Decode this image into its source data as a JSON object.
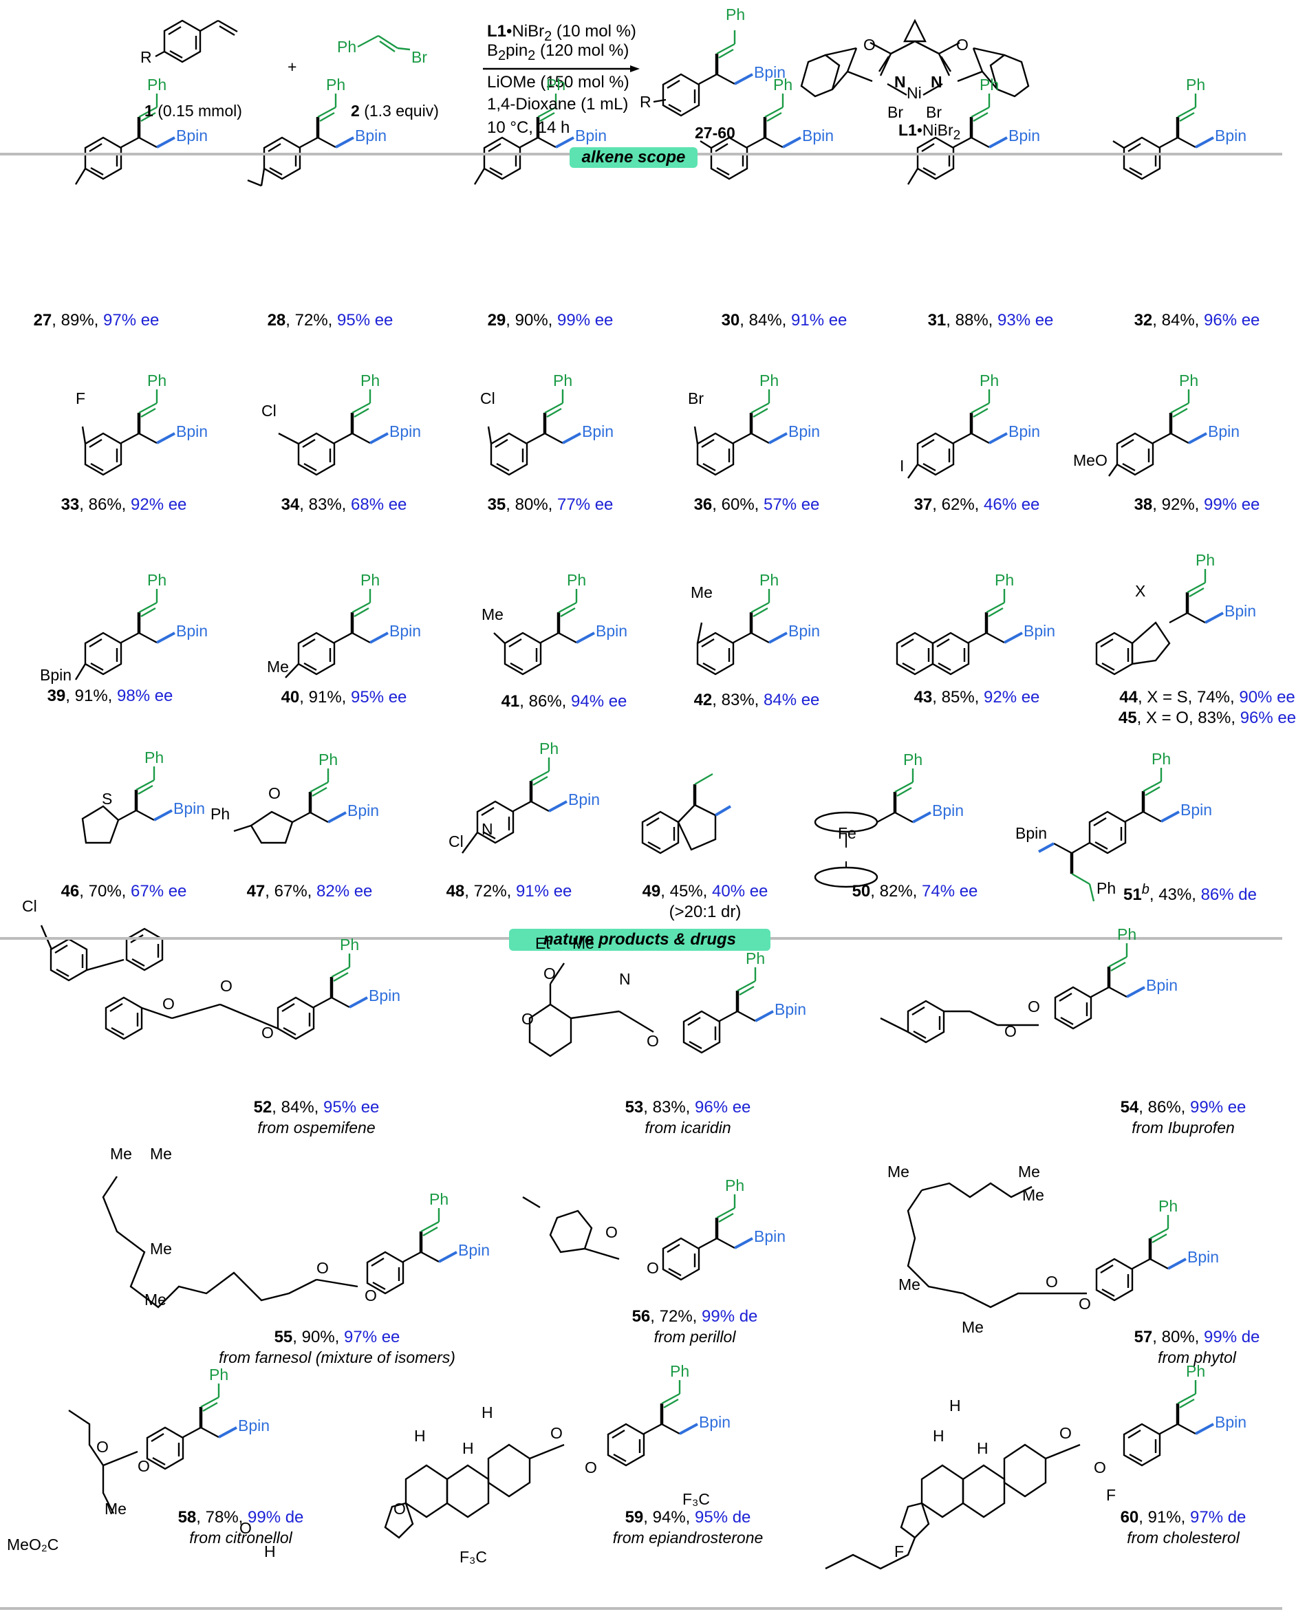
{
  "header": {
    "reactant1_R": "R",
    "reactant1_label": "1",
    "reactant1_amount": "(0.15 mmol)",
    "plus": "+",
    "reactant2_Ph": "Ph",
    "reactant2_Br": "Br",
    "reactant2_label": "2",
    "reactant2_amount": "(1.3 equiv)",
    "conditions": {
      "cat_bold": "L1",
      "cat_rest": "•NiBr",
      "cat_sub": "2",
      "cat_amt": " (10 mol %)",
      "b2pin2_a": "B",
      "b2pin2_sub1": "2",
      "b2pin2_b": "pin",
      "b2pin2_sub2": "2",
      "b2pin2_amt": " (120 mol %)",
      "base": "LiOMe (150 mol %)",
      "solvent": "1,4-Dioxane (1 mL)",
      "temp": "10 °C, 14 h"
    },
    "product_Ph": "Ph",
    "product_R": "R",
    "product_Bpin": "Bpin",
    "product_label": "27-60",
    "ligand": {
      "O1": "O",
      "O2": "O",
      "N1": "N",
      "N2": "N",
      "Ni": "Ni",
      "Br1": "Br",
      "Br2": "Br",
      "label_bold": "L1",
      "label_rest": "•NiBr",
      "label_sub": "2"
    }
  },
  "sections": {
    "alkene_scope": "alkene scope",
    "natural_products": "nature products",
    "natural_products_amp": "&",
    "natural_products_tail": "drugs"
  },
  "common": {
    "Ph": "Ph",
    "Bpin": "Bpin"
  },
  "compounds": [
    {
      "id": "27",
      "yield": ", 89%, ",
      "ee": "97% ee",
      "subs": [
        "MeO₂C"
      ]
    },
    {
      "id": "28",
      "yield": ", 72%, ",
      "ee": "95% ee",
      "subs": [
        "O",
        "H"
      ]
    },
    {
      "id": "29",
      "yield": ", 90%, ",
      "ee": "99% ee",
      "subs": [
        "F₃C"
      ]
    },
    {
      "id": "30",
      "yield": ", 84%, ",
      "ee": "91% ee",
      "subs": [
        "F₃C"
      ]
    },
    {
      "id": "31",
      "yield": ", 88%, ",
      "ee": "93% ee",
      "subs": [
        "F"
      ]
    },
    {
      "id": "32",
      "yield": ", 84%, ",
      "ee": "96% ee",
      "subs": [
        "F"
      ]
    },
    {
      "id": "33",
      "yield": ", 86%, ",
      "ee": "92% ee",
      "subs": [
        "F"
      ]
    },
    {
      "id": "34",
      "yield": ", 83%, ",
      "ee": "68% ee",
      "subs": [
        "Cl"
      ]
    },
    {
      "id": "35",
      "yield": ", 80%, ",
      "ee": "77% ee",
      "subs": [
        "Cl"
      ]
    },
    {
      "id": "36",
      "yield": ", 60%, ",
      "ee": "57% ee",
      "subs": [
        "Br"
      ]
    },
    {
      "id": "37",
      "yield": ", 62%, ",
      "ee": "46% ee",
      "subs": [
        "I"
      ]
    },
    {
      "id": "38",
      "yield": ", 92%, ",
      "ee": "99% ee",
      "subs": [
        "MeO"
      ]
    },
    {
      "id": "39",
      "yield": ", 91%, ",
      "ee": "98% ee",
      "subs": [
        "Bpin"
      ]
    },
    {
      "id": "40",
      "yield": ", 91%, ",
      "ee": "95% ee",
      "subs": [
        "Me"
      ]
    },
    {
      "id": "41",
      "yield": ", 86%, ",
      "ee": "94% ee",
      "subs": [
        "Me"
      ]
    },
    {
      "id": "42",
      "yield": ", 83%, ",
      "ee": "84% ee",
      "subs": [
        "Me"
      ]
    },
    {
      "id": "43",
      "yield": ", 85%, ",
      "ee": "92% ee",
      "subs": []
    },
    {
      "id": "44",
      "yield": ", X = S, 74%, ",
      "ee": "90% ee",
      "subs": [
        "X"
      ]
    },
    {
      "id": "45",
      "yield": ", X = O, 83%, ",
      "ee": "96% ee",
      "subs": []
    },
    {
      "id": "46",
      "yield": ", 70%, ",
      "ee": "67% ee",
      "subs": [
        "S"
      ]
    },
    {
      "id": "47",
      "yield": ", 67%, ",
      "ee": "82% ee",
      "subs": [
        "Ph",
        "O"
      ]
    },
    {
      "id": "48",
      "yield": ", 72%, ",
      "ee": "91% ee",
      "subs": [
        "Cl",
        "N"
      ]
    },
    {
      "id": "49",
      "yield": ", 45%, ",
      "ee": "40% ee",
      "extra": "(>20:1 dr)",
      "subs": []
    },
    {
      "id": "50",
      "yield": ", 82%, ",
      "ee": "74% ee",
      "subs": [
        "Fe"
      ]
    },
    {
      "id": "51",
      "sup": "b",
      "yield": ", 43%, ",
      "ee": "86% de",
      "subs": [
        "Bpin",
        "Ph"
      ]
    },
    {
      "id": "52",
      "yield": ", 84%, ",
      "ee": "95% ee",
      "source": "from ospemifene",
      "subs": [
        "Cl",
        "O",
        "O",
        "O"
      ]
    },
    {
      "id": "53",
      "yield": ", 83%, ",
      "ee": "96% ee",
      "source": "from icaridin",
      "subs": [
        "Et",
        "Me",
        "O",
        "O",
        "N",
        "O"
      ]
    },
    {
      "id": "54",
      "yield": ", 86%, ",
      "ee": "99% ee",
      "source": "from Ibuprofen",
      "subs": [
        "O",
        "O"
      ]
    },
    {
      "id": "55",
      "yield": ", 90%, ",
      "ee": "97% ee",
      "source": "from farnesol (mixture of isomers)",
      "subs": [
        "Me",
        "Me",
        "Me",
        "Me",
        "O",
        "O"
      ]
    },
    {
      "id": "56",
      "yield": ", 72%, ",
      "ee": "99% de",
      "source": "from perillol",
      "subs": [
        "O",
        "O"
      ]
    },
    {
      "id": "57",
      "yield": ", 80%, ",
      "ee": "99% de",
      "source": "from phytol",
      "subs": [
        "Me",
        "Me",
        "Me",
        "Me",
        "Me",
        "O",
        "O"
      ]
    },
    {
      "id": "58",
      "yield": ", 78%, ",
      "ee": "99% de",
      "source": "from citronellol",
      "subs": [
        "O",
        "O",
        "Me"
      ]
    },
    {
      "id": "59",
      "yield": ", 94%, ",
      "ee": "95% de",
      "source": "from epiandrosterone",
      "subs": [
        "H",
        "H",
        "H",
        "O",
        "O",
        "O"
      ]
    },
    {
      "id": "60",
      "yield": ", 91%, ",
      "ee": "97% de",
      "source": "from cholesterol",
      "subs": [
        "H",
        "H",
        "H",
        "O",
        "O"
      ]
    }
  ]
}
